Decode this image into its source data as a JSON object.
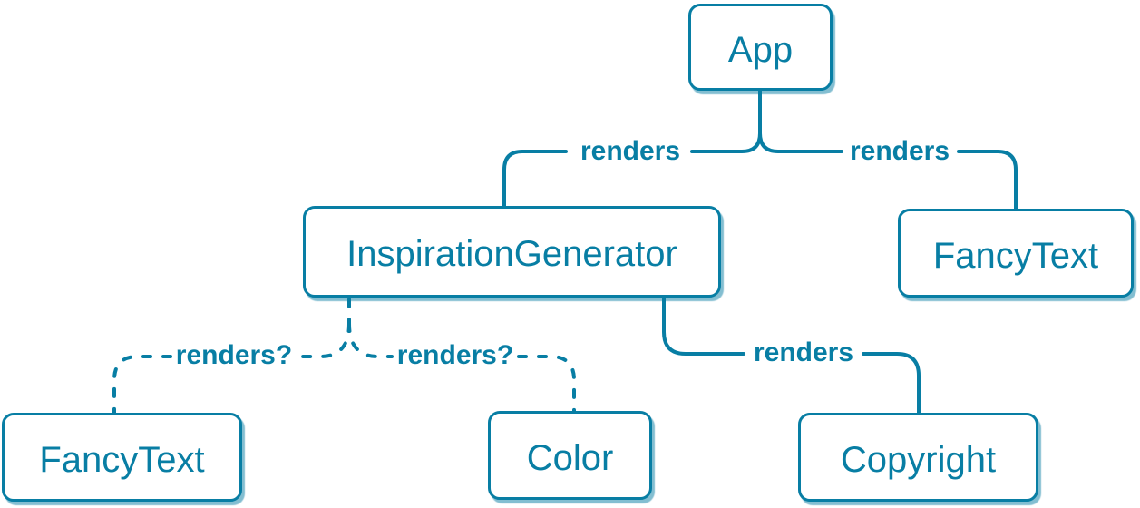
{
  "diagram": {
    "type": "component-render-tree",
    "colors": {
      "accent": "#087ea4",
      "node_fill": "#ffffff",
      "background": "#ffffff",
      "shadow": "rgba(8,126,164,0.5)"
    },
    "nodes": [
      {
        "id": "app",
        "label": "App"
      },
      {
        "id": "inspiration-generator",
        "label": "InspirationGenerator"
      },
      {
        "id": "fancy-text-top",
        "label": "FancyText"
      },
      {
        "id": "fancy-text-bottom",
        "label": "FancyText"
      },
      {
        "id": "color",
        "label": "Color"
      },
      {
        "id": "copyright",
        "label": "Copyright"
      }
    ],
    "edges": [
      {
        "from": "App",
        "to": "InspirationGenerator",
        "label": "renders",
        "style": "solid"
      },
      {
        "from": "App",
        "to": "FancyText",
        "label": "renders",
        "style": "solid"
      },
      {
        "from": "InspirationGenerator",
        "to": "FancyText",
        "label": "renders?",
        "style": "dashed"
      },
      {
        "from": "InspirationGenerator",
        "to": "Color",
        "label": "renders?",
        "style": "dashed"
      },
      {
        "from": "InspirationGenerator",
        "to": "Copyright",
        "label": "renders",
        "style": "solid"
      }
    ]
  }
}
